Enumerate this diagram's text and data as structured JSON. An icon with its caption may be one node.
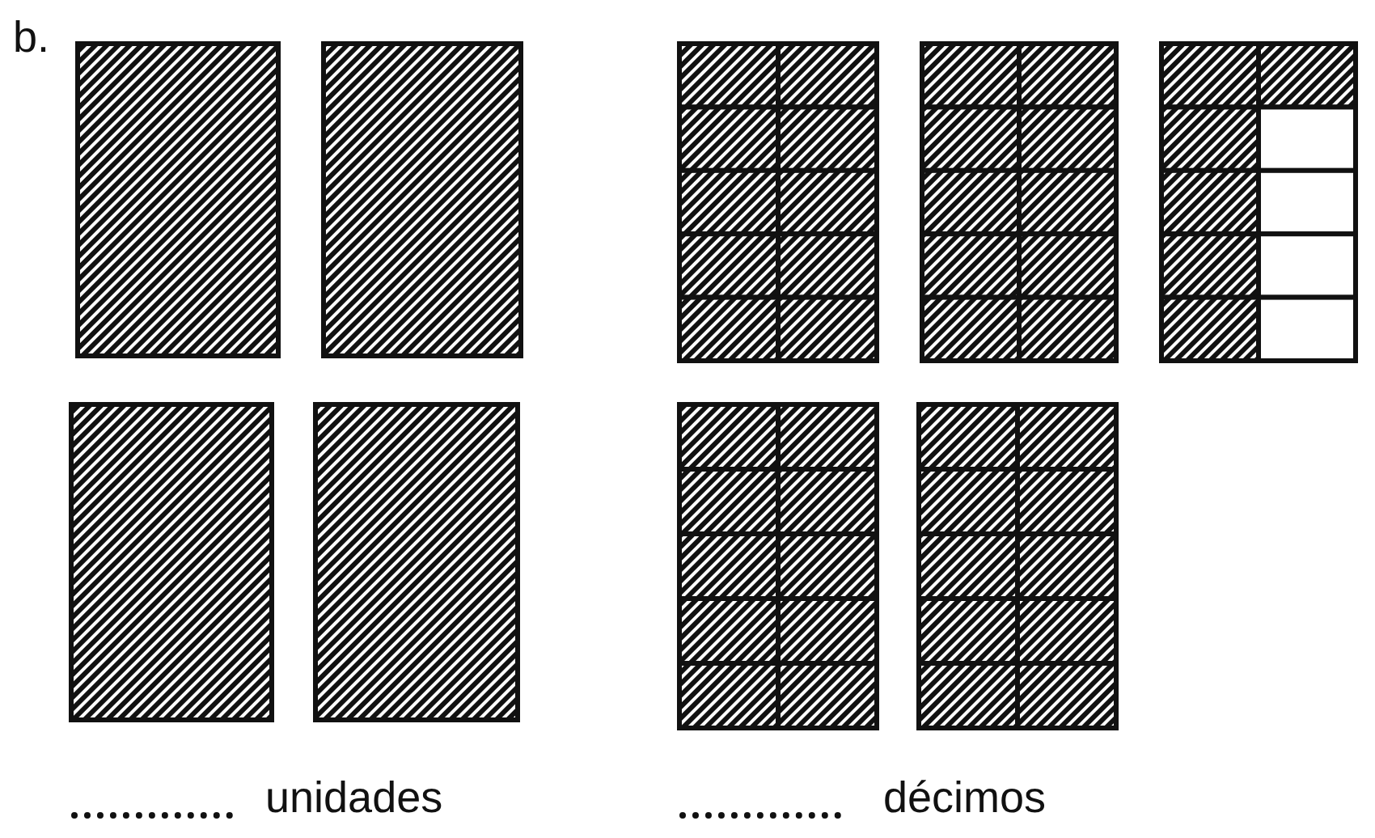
{
  "diagram": {
    "labels": [
      "b.",
      "unidades",
      "décimos"
    ]
  }
}
